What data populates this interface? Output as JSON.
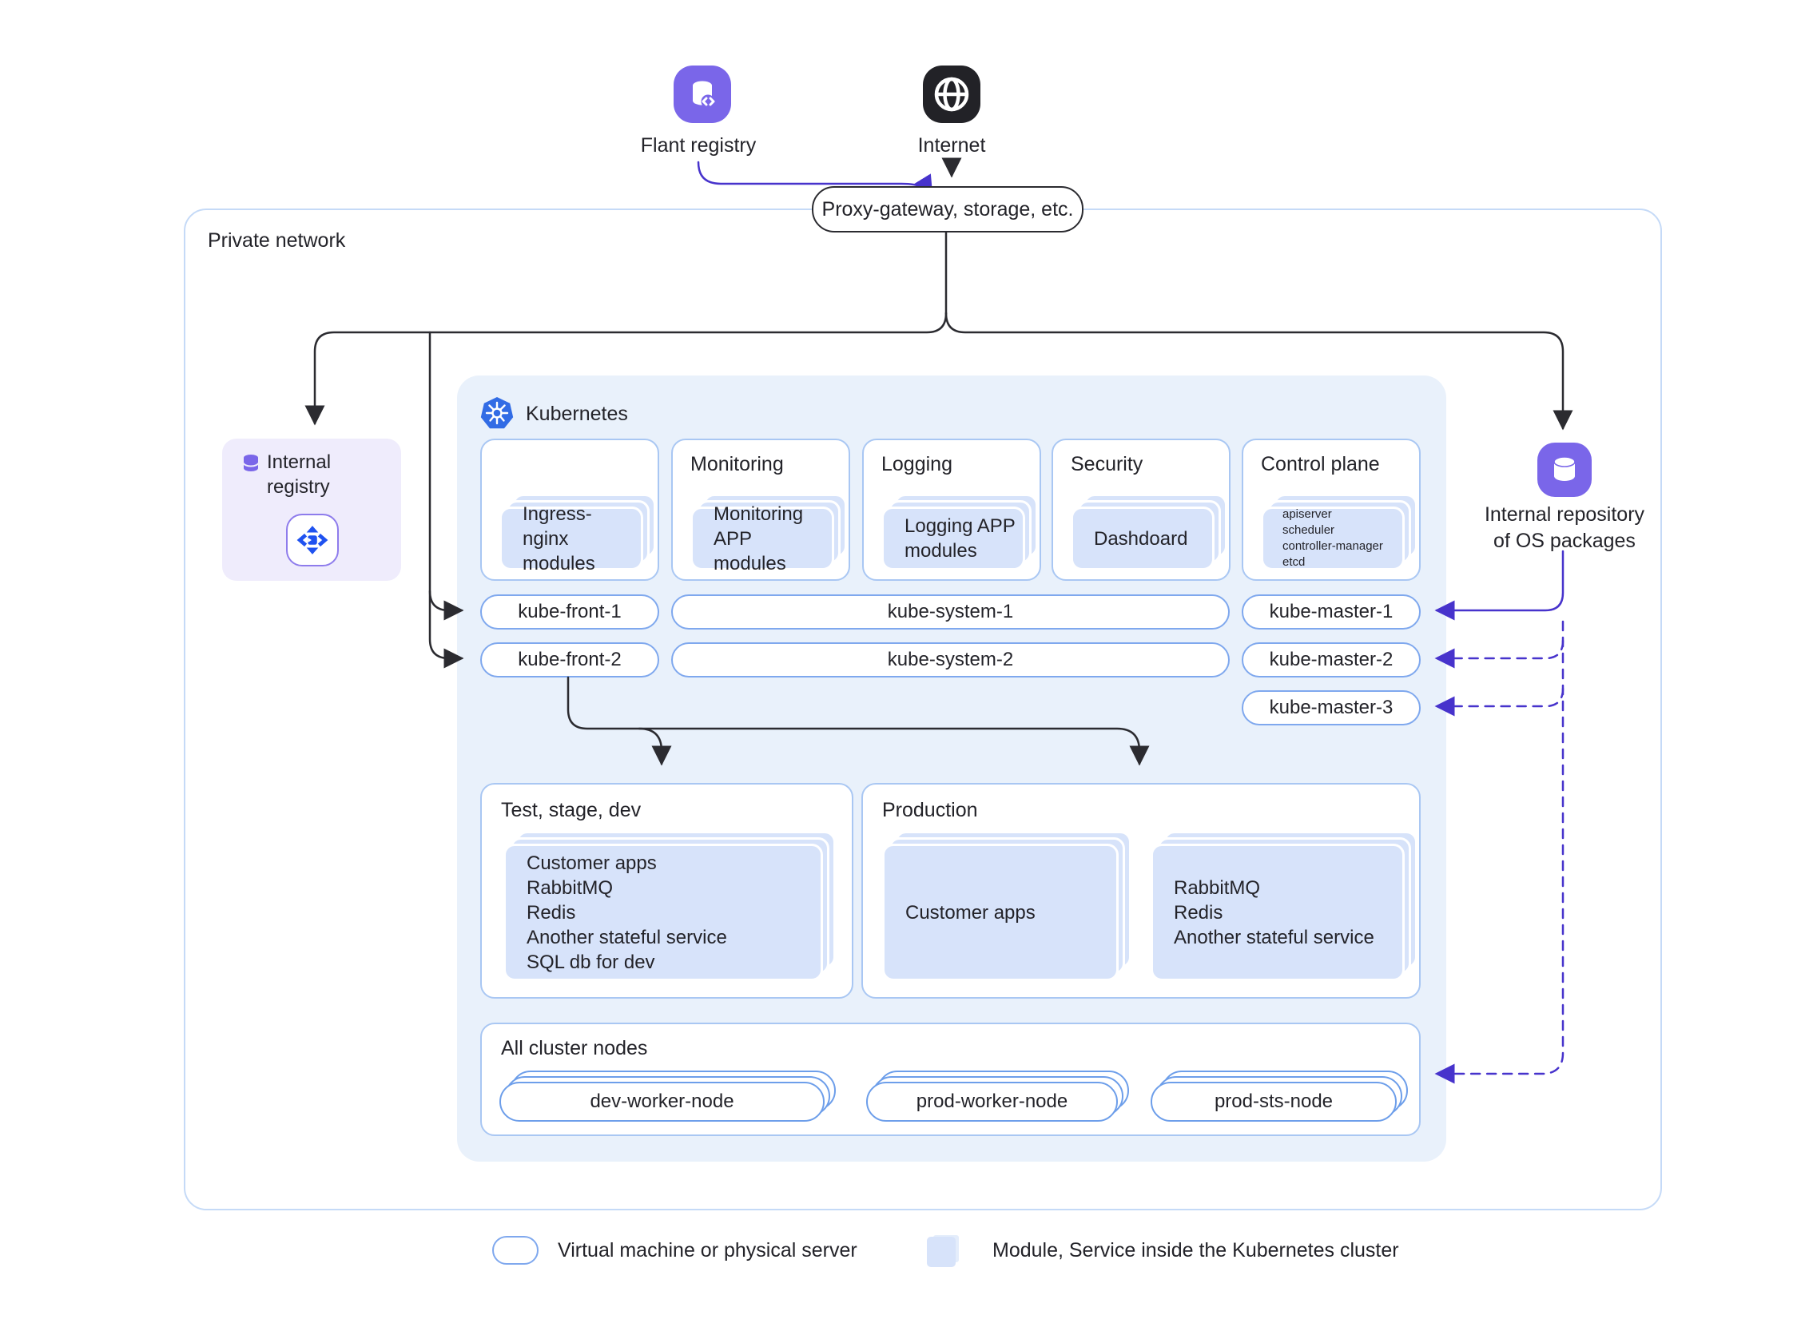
{
  "external": {
    "flant_registry_label": "Flant registry",
    "internet_label": "Internet",
    "proxy_label": "Proxy-gateway, storage, etc."
  },
  "private_network": {
    "title": "Private network"
  },
  "internal_registry": {
    "title": "Internal registry"
  },
  "internal_repository": {
    "line1": "Internal repository",
    "line2": "of OS packages"
  },
  "kubernetes": {
    "title": "Kubernetes",
    "cards": [
      {
        "title": "",
        "module": "Ingress-nginx modules"
      },
      {
        "title": "Monitoring",
        "module": "Monitoring APP modules"
      },
      {
        "title": "Logging",
        "module": "Logging APP modules"
      },
      {
        "title": "Security",
        "module": "Dashdoard"
      },
      {
        "title": "Control plane",
        "module_lines": [
          "apiserver",
          "scheduler",
          "controller-manager",
          "etcd"
        ]
      }
    ],
    "vms": {
      "kube_front_1": "kube-front-1",
      "kube_front_2": "kube-front-2",
      "kube_system_1": "kube-system-1",
      "kube_system_2": "kube-system-2",
      "kube_master_1": "kube-master-1",
      "kube_master_2": "kube-master-2",
      "kube_master_3": "kube-master-3"
    },
    "test_stage_dev": {
      "title": "Test, stage, dev",
      "module_lines": [
        "Customer apps",
        "RabbitMQ",
        "Redis",
        "Another stateful service",
        "SQL db for dev"
      ]
    },
    "production": {
      "title": "Production",
      "module_a": "Customer apps",
      "module_b_lines": [
        "RabbitMQ",
        "Redis",
        "Another stateful service"
      ]
    },
    "all_cluster_nodes": {
      "title": "All cluster nodes",
      "nodes": [
        "dev-worker-node",
        "prod-worker-node",
        "prod-sts-node"
      ]
    }
  },
  "legend": {
    "vm": "Virtual machine or physical server",
    "module": "Module, Service inside the Kubernetes cluster"
  },
  "colors": {
    "accent_purple": "#7A66E9",
    "arrow_purple": "#4733CC",
    "arrow_black": "#2B2B30",
    "kubernetes_blue": "#326CE5",
    "deckhouse_blue": "#1F52F0",
    "module_fill": "#D7E3FA",
    "card_border": "#A9C7F3",
    "pill_border": "#7FA8EE",
    "node_pill_border": "#6D9EEA",
    "k8s_bg": "#E9F1FB",
    "registry_bg": "#EFECFC",
    "network_border": "#C5DAF7"
  }
}
